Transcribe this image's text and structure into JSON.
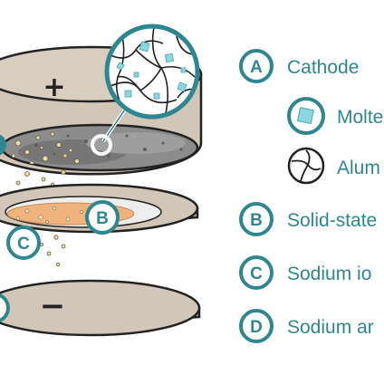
{
  "colors": {
    "teal": "#2e8790",
    "casing": "#d2c6b8",
    "casing_dark": "#b9ab9b",
    "outline": "#222222",
    "cathode_fill": "#8c8c8c",
    "sodium_particle": "#e8d7a8",
    "orange": "#f0b27f",
    "crystal": "#8ed6de"
  },
  "diagram": {
    "cathode_sign": "+",
    "anode_sign": "−",
    "badges": {
      "b": "B",
      "c": "C"
    }
  },
  "legend": {
    "items": [
      {
        "badge": "A",
        "label": "Cathode",
        "icon": "letter-badge"
      },
      {
        "badge": "",
        "label": "Molte",
        "icon": "crystal-icon"
      },
      {
        "badge": "",
        "label": "Alum",
        "icon": "network-icon"
      },
      {
        "badge": "B",
        "label": "Solid-state",
        "icon": "letter-badge"
      },
      {
        "badge": "C",
        "label": "Sodium io",
        "icon": "letter-badge"
      },
      {
        "badge": "D",
        "label": "Sodium ar",
        "icon": "letter-badge"
      }
    ]
  }
}
